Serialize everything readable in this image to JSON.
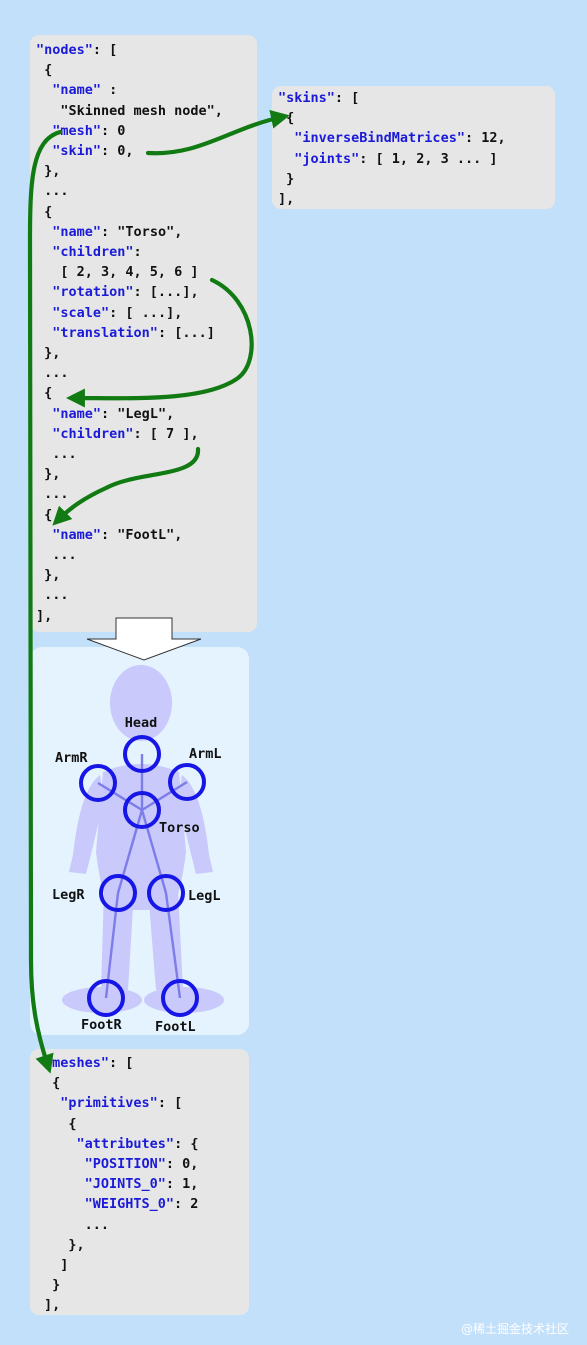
{
  "nodes_code": [
    [
      {
        "t": "\"nodes\"",
        "k": true
      },
      {
        "t": ": ["
      }
    ],
    [
      {
        "t": " {"
      }
    ],
    [
      {
        "t": "  "
      },
      {
        "t": "\"name\"",
        "k": true
      },
      {
        "t": " :"
      }
    ],
    [
      {
        "t": "   \"Skinned mesh node\","
      }
    ],
    [
      {
        "t": "  "
      },
      {
        "t": "\"mesh\"",
        "k": true
      },
      {
        "t": ": 0"
      }
    ],
    [
      {
        "t": "  "
      },
      {
        "t": "\"skin\"",
        "k": true
      },
      {
        "t": ": 0,"
      }
    ],
    [
      {
        "t": " },"
      }
    ],
    [
      {
        "t": " ..."
      }
    ],
    [
      {
        "t": " {"
      }
    ],
    [
      {
        "t": "  "
      },
      {
        "t": "\"name\"",
        "k": true
      },
      {
        "t": ": \"Torso\","
      }
    ],
    [
      {
        "t": "  "
      },
      {
        "t": "\"children\"",
        "k": true
      },
      {
        "t": ":"
      }
    ],
    [
      {
        "t": "   [ 2, 3, 4, 5, 6 ]"
      }
    ],
    [
      {
        "t": "  "
      },
      {
        "t": "\"rotation\"",
        "k": true
      },
      {
        "t": ": [...],"
      }
    ],
    [
      {
        "t": "  "
      },
      {
        "t": "\"scale\"",
        "k": true
      },
      {
        "t": ": [ ...],"
      }
    ],
    [
      {
        "t": "  "
      },
      {
        "t": "\"translation\"",
        "k": true
      },
      {
        "t": ": [...]"
      }
    ],
    [
      {
        "t": " },"
      }
    ],
    [
      {
        "t": " ..."
      }
    ],
    [
      {
        "t": " {"
      }
    ],
    [
      {
        "t": "  "
      },
      {
        "t": "\"name\"",
        "k": true
      },
      {
        "t": ": \"LegL\","
      }
    ],
    [
      {
        "t": "  "
      },
      {
        "t": "\"children\"",
        "k": true
      },
      {
        "t": ": [ 7 ],"
      }
    ],
    [
      {
        "t": "  ..."
      }
    ],
    [
      {
        "t": " },"
      }
    ],
    [
      {
        "t": " ..."
      }
    ],
    [
      {
        "t": " {"
      }
    ],
    [
      {
        "t": "  "
      },
      {
        "t": "\"name\"",
        "k": true
      },
      {
        "t": ": \"FootL\","
      }
    ],
    [
      {
        "t": "  ..."
      }
    ],
    [
      {
        "t": " },"
      }
    ],
    [
      {
        "t": " ..."
      }
    ],
    [
      {
        "t": "],"
      }
    ]
  ],
  "skins_code": [
    [
      {
        "t": "\"skins\"",
        "k": true
      },
      {
        "t": ": ["
      }
    ],
    [
      {
        "t": " {"
      }
    ],
    [
      {
        "t": "  "
      },
      {
        "t": "\"inverseBindMatrices\"",
        "k": true
      },
      {
        "t": ": 12,"
      }
    ],
    [
      {
        "t": "  "
      },
      {
        "t": "\"joints\"",
        "k": true
      },
      {
        "t": ": [ 1, 2, 3 ... ]"
      }
    ],
    [
      {
        "t": " }"
      }
    ],
    [
      {
        "t": "],"
      }
    ]
  ],
  "meshes_code": [
    [
      {
        "t": "\"meshes\"",
        "k": true
      },
      {
        "t": ": ["
      }
    ],
    [
      {
        "t": " {"
      }
    ],
    [
      {
        "t": "  "
      },
      {
        "t": "\"primitives\"",
        "k": true
      },
      {
        "t": ": ["
      }
    ],
    [
      {
        "t": "   {"
      }
    ],
    [
      {
        "t": "    "
      },
      {
        "t": "\"attributes\"",
        "k": true
      },
      {
        "t": ": {"
      }
    ],
    [
      {
        "t": "     "
      },
      {
        "t": "\"POSITION\"",
        "k": true
      },
      {
        "t": ": 0,"
      }
    ],
    [
      {
        "t": "     "
      },
      {
        "t": "\"JOINTS_0\"",
        "k": true
      },
      {
        "t": ": 1,"
      }
    ],
    [
      {
        "t": "     "
      },
      {
        "t": "\"WEIGHTS_0\"",
        "k": true
      },
      {
        "t": ": 2"
      }
    ],
    [
      {
        "t": "     ..."
      }
    ],
    [
      {
        "t": "   },"
      }
    ],
    [
      {
        "t": "  ]"
      }
    ],
    [
      {
        "t": " }"
      }
    ],
    [
      {
        "t": "],"
      }
    ]
  ],
  "joints": {
    "head": "Head",
    "arm_r": "ArmR",
    "arm_l": "ArmL",
    "torso": "Torso",
    "leg_r": "LegR",
    "leg_l": "LegL",
    "foot_r": "FootR",
    "foot_l": "FootL"
  },
  "colors": {
    "background": "#c3e0fb",
    "code_panel": "#e6e6e6",
    "keyword": "#1a1ad8",
    "arrow": "#127a12",
    "joint_stroke": "#1616e6",
    "body": "#c9c9fb",
    "bone": "#7d7dea",
    "figure_panel": "#e4f3fe"
  },
  "icons": [
    "down-arrow-icon",
    "green-reference-arrow"
  ],
  "watermark": "@稀土掘金技术社区"
}
